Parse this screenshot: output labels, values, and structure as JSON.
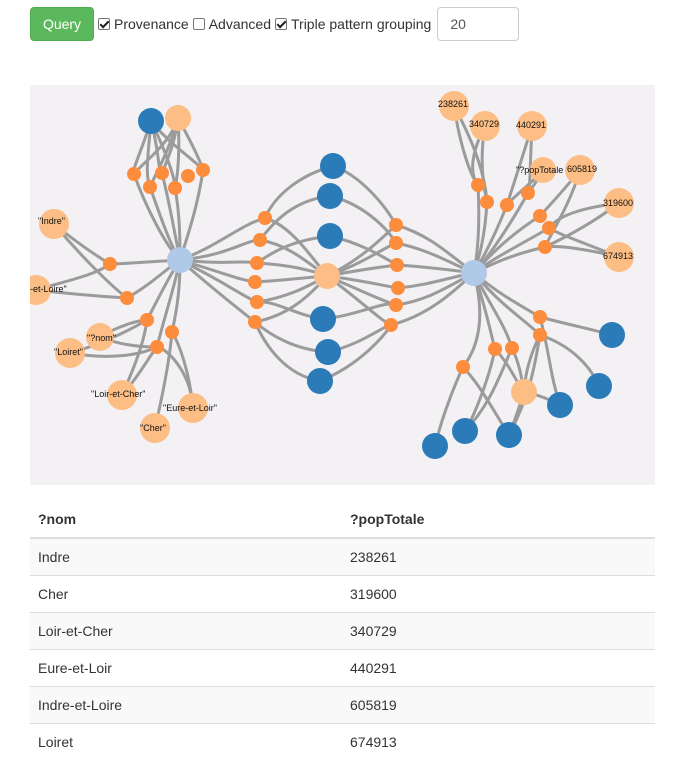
{
  "toolbar": {
    "query_label": "Query",
    "provenance": {
      "label": "Provenance",
      "checked": true
    },
    "advanced": {
      "label": "Advanced",
      "checked": false
    },
    "triple_grouping": {
      "label": "Triple pattern grouping",
      "checked": true
    },
    "limit_value": "20"
  },
  "graph": {
    "colors": {
      "background": "#f3f1f4",
      "edge": "#9b9b9b",
      "hub": "#b0c9e8",
      "blue_node": "#2b7bb9",
      "peach_node": "#fdbe85",
      "small_node": "#fd8d3c"
    },
    "labels": {
      "indre": "\"Indre\"",
      "indre_et_loire": "-et-Loire\"",
      "nom": "\"?nom\"",
      "loiret": "\"Loiret\"",
      "loir_et_cher": "\"Loir-et-Cher\"",
      "eure_et_loir": "\"Eure-et-Loir\"",
      "cher": "\"Cher\"",
      "v238261": "238261",
      "v340729": "340729",
      "v440291": "440291",
      "pop_totale": "\"?popTotale",
      "v605819": "605819",
      "v319600": "319600",
      "v674913": "674913"
    }
  },
  "table": {
    "headers": [
      "?nom",
      "?popTotale"
    ],
    "rows": [
      [
        "Indre",
        "238261"
      ],
      [
        "Cher",
        "319600"
      ],
      [
        "Loir-et-Cher",
        "340729"
      ],
      [
        "Eure-et-Loir",
        "440291"
      ],
      [
        "Indre-et-Loire",
        "605819"
      ],
      [
        "Loiret",
        "674913"
      ]
    ]
  }
}
